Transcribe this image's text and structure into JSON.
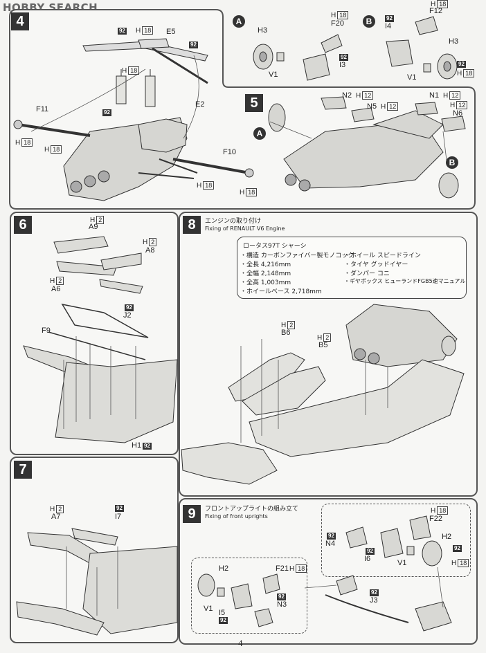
{
  "watermark": "HOBBY SEARCH",
  "page_number": "4",
  "steps": {
    "s4": {
      "number": "4",
      "labels": {
        "e5": "E5",
        "e2": "E2",
        "f11": "F11",
        "f10": "F10",
        "h3a": "H3",
        "v1a": "V1",
        "f20": "F20",
        "i3": "I3",
        "h3b": "H3",
        "v1b": "V1",
        "f12": "F12",
        "i4": "I4",
        "h18": "H",
        "h18n": "18",
        "h": "H",
        "n18": "18"
      },
      "circle_a": "A",
      "circle_b": "B"
    },
    "s5": {
      "number": "5",
      "labels": {
        "n2": "N2",
        "n5": "N5",
        "n1": "N1",
        "n6": "N6",
        "h": "H",
        "n12": "12"
      },
      "circle_a": "A",
      "circle_b": "B"
    },
    "s6": {
      "number": "6",
      "labels": {
        "a9": "A9",
        "a8": "A8",
        "a6": "A6",
        "j2": "J2",
        "f9": "F9",
        "h1": "H1",
        "h": "H",
        "n2": "2"
      }
    },
    "s7": {
      "number": "7",
      "labels": {
        "a7": "A7",
        "i7": "I7",
        "h": "H",
        "n2": "2"
      }
    },
    "s8": {
      "number": "8",
      "title_jp": "エンジンの取り付け",
      "title_en": "Fixing of RENAULT V6 Engine",
      "labels": {
        "b6": "B6",
        "b5": "B5",
        "h": "H",
        "n2": "2"
      },
      "spec": {
        "title": "ロータス97T シャーシ",
        "left": [
          "・構造 カーボンファイバー製モノコック",
          "・全長 4,216mm",
          "・全幅 2,148mm",
          "・全高 1,003mm",
          "・ホイールベース 2,718mm"
        ],
        "right": [
          "・ホイール スピードライン",
          "・タイヤ グッドイヤー",
          "・ダンパー コニ",
          "・ギヤボックス ヒューランドFGB5速マニュアル"
        ]
      }
    },
    "s9": {
      "number": "9",
      "title_jp": "フロントアップライトの組み立て",
      "title_en": "Fixing of front uprights",
      "labels": {
        "f22": "F22",
        "h2": "H2",
        "n4": "N4",
        "i6": "I6",
        "v1": "V1",
        "h2b": "H2",
        "f21": "F21",
        "v1b": "V1",
        "i5": "I5",
        "n3": "N3",
        "j3": "J3",
        "h": "H",
        "n18": "18"
      }
    }
  },
  "tag92": "92"
}
